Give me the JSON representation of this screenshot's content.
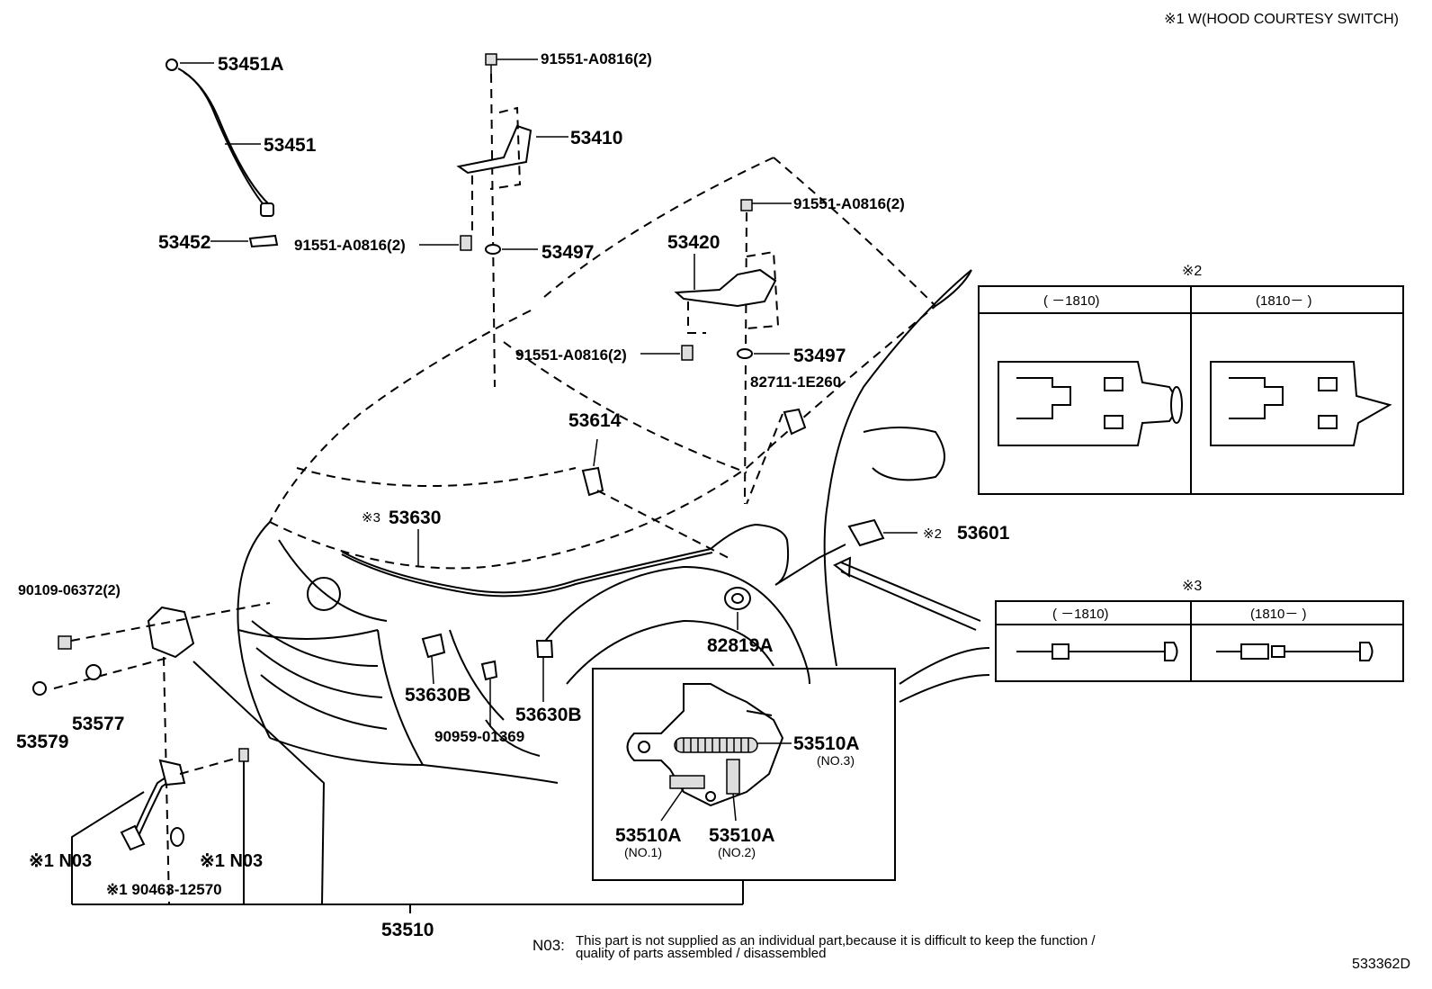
{
  "header_note": "※1  W(HOOD COURTESY SWITCH)",
  "diagram_id": "533362D",
  "parts": {
    "p53451A": "53451A",
    "p53451": "53451",
    "p53452": "53452",
    "p91551_top": "91551-A0816(2)",
    "p53410": "53410",
    "p91551_left": "91551-A0816(2)",
    "p53497_a": "53497",
    "p91551_right": "91551-A0816(2)",
    "p53420": "53420",
    "p91551_mid": "91551-A0816(2)",
    "p53497_b": "53497",
    "p82711": "82711-1E260",
    "p53614": "53614",
    "p53630_prefix": "※3",
    "p53630": "53630",
    "p53601_prefix": "※2",
    "p53601": "53601",
    "p90109": "90109-06372(2)",
    "p53630B_a": "53630B",
    "p53630B_b": "53630B",
    "p90959": "90959-01369",
    "p82819A": "82819A",
    "p53579": "53579",
    "p53577": "53577",
    "pN03_a": "※1 N03",
    "pN03_b": "※1 N03",
    "p90463": "※1 90463-12570",
    "p53510": "53510",
    "p53510A_3": "53510A",
    "p53510A_3_sub": "(NO.3)",
    "p53510A_1": "53510A",
    "p53510A_1_sub": "(NO.1)",
    "p53510A_2": "53510A",
    "p53510A_2_sub": "(NO.2)"
  },
  "table2": {
    "mark": "※2",
    "col1": "(     －1810)",
    "col2": "(1810－     )"
  },
  "table3": {
    "mark": "※3",
    "col1": "(     －1810)",
    "col2": "(1810－     )"
  },
  "footnote": {
    "code": "N03:",
    "line1": "This part is not supplied as an individual part,because it is difficult to keep the function /",
    "line2": "quality of parts assembled / disassembled"
  }
}
